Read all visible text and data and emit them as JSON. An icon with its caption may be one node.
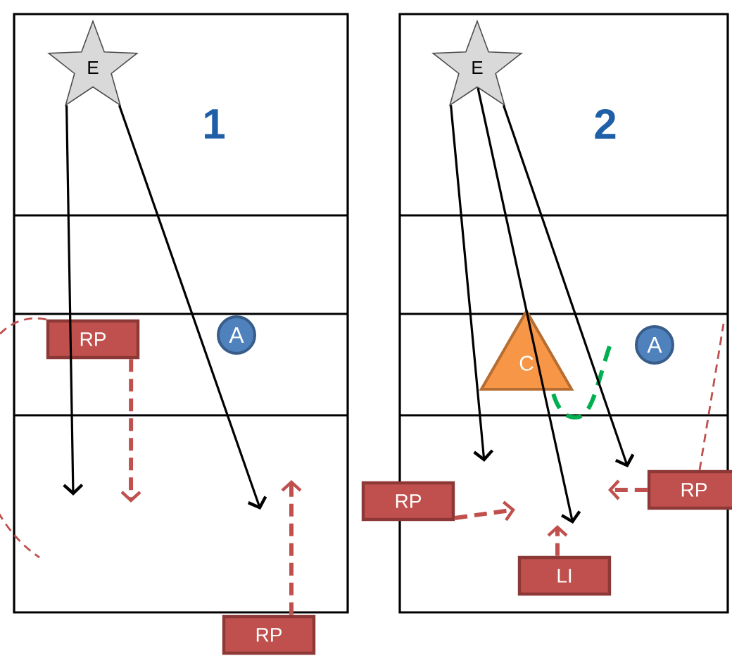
{
  "diagram": {
    "nodes": [
      {
        "text": [
          "E"
        ]
      },
      {
        "text": [
          "RP"
        ]
      },
      {
        "text": [
          "A"
        ]
      },
      {
        "text": [
          "RP"
        ]
      },
      {
        "text": [
          "E"
        ]
      },
      {
        "text": [
          "C"
        ]
      },
      {
        "text": [
          "A"
        ]
      },
      {
        "text": [
          "RP"
        ]
      },
      {
        "text": [
          "RP"
        ]
      },
      {
        "text": [
          "LI"
        ]
      }
    ],
    "edges": [
      {
        "from": 0,
        "to": null,
        "arrow": "to",
        "color": "#000000"
      },
      {
        "from": 0,
        "to": null,
        "arrow": "to",
        "color": "#000000"
      },
      {
        "from": 1,
        "to": null,
        "arrow": "to",
        "style": "dashed",
        "color": "#c0504d"
      },
      {
        "from": 3,
        "to": null,
        "arrow": "to",
        "style": "dashed",
        "color": "#c0504d"
      },
      {
        "from": 4,
        "to": null,
        "arrow": "to",
        "color": "#000000"
      },
      {
        "from": 4,
        "to": null,
        "arrow": "to",
        "color": "#000000"
      },
      {
        "from": 4,
        "to": null,
        "arrow": "to",
        "color": "#000000"
      },
      {
        "from": 7,
        "to": null,
        "arrow": "to",
        "style": "dashed",
        "color": "#c0504d"
      },
      {
        "from": 8,
        "to": null,
        "arrow": "to",
        "style": "dashed",
        "color": "#c0504d"
      },
      {
        "from": 9,
        "to": null,
        "arrow": "to",
        "style": "dashed",
        "color": "#c0504d"
      },
      {
        "from": 1,
        "to": null,
        "arrow": "none",
        "style": "dashed",
        "color": "#c0504d"
      },
      {
        "from": 8,
        "to": null,
        "arrow": "none",
        "style": "dashed",
        "color": "#c0504d"
      }
    ],
    "labels": [
      "1",
      "2"
    ]
  }
}
